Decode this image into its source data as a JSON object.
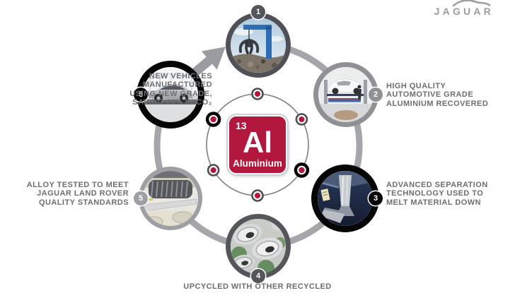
{
  "brand": {
    "logo_text": "JAGUAR",
    "leaper_icon": "jaguar-leaper-icon"
  },
  "center_element": {
    "atomic_number": "13",
    "symbol": "Al",
    "name": "Aluminium"
  },
  "steps": [
    {
      "number": "1",
      "image": "scrap-metal-claw-photo",
      "caption_lines": []
    },
    {
      "number": "2",
      "image": "car-on-lift-photo",
      "caption_lines": [
        "HIGH QUALITY",
        "AUTOMOTIVE GRADE",
        "ALUMINIUM RECOVERED"
      ]
    },
    {
      "number": "3",
      "image": "separation-machine-photo",
      "caption_lines": [
        "ADVANCED SEPARATION",
        "TECHNOLOGY USED TO",
        "MELT MATERIAL DOWN"
      ]
    },
    {
      "number": "4",
      "image": "recycled-cans-photo",
      "caption_lines": [
        "UPCYCLED WITH OTHER RECYCLED"
      ]
    },
    {
      "number": "5",
      "image": "rolling-mill-photo",
      "caption_lines": [
        "ALLOY TESTED TO MEET",
        "JAGUAR LAND ROVER",
        "QUALITY STANDARDS"
      ]
    },
    {
      "number": "6",
      "image": "new-jaguar-car-photo",
      "caption_lines": [
        "NEW VEHICLES",
        "MANUFACTURED",
        "USING NEW GRADE,",
        "SAVING 26% IN CO₂"
      ]
    }
  ],
  "electrons": {
    "count": 6,
    "dot_color": "#b2173d"
  },
  "colors": {
    "accent_red": "#b2173d",
    "ring_gray": "#a4a6a9",
    "dark_gray": "#54565a",
    "mid_gray": "#8f9194",
    "black": "#060606",
    "text_gray": "#6d6e71",
    "logo_gray": "#9a9ca0"
  }
}
